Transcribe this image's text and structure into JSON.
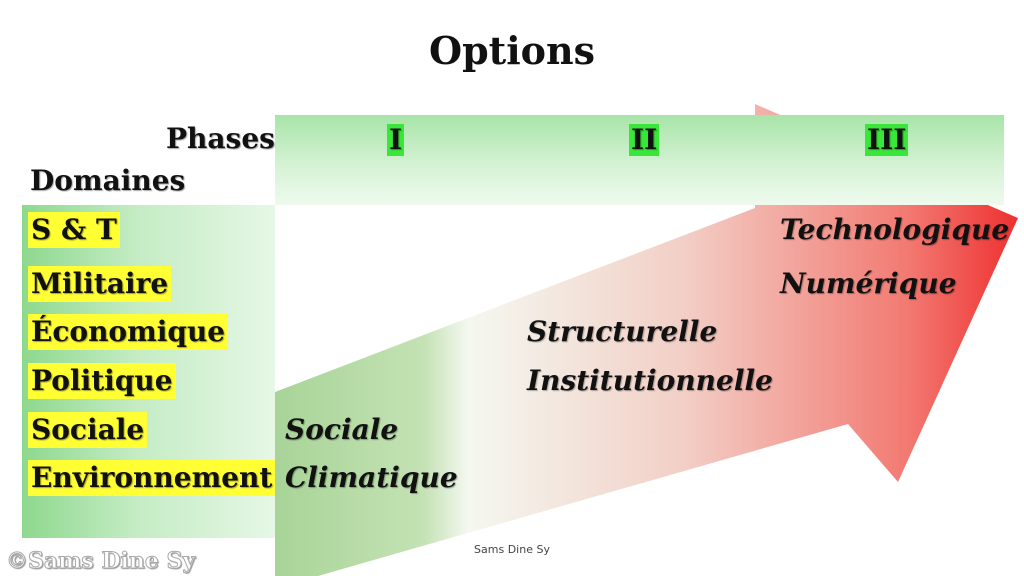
{
  "title": "Options",
  "header": {
    "phases_label": "Phases",
    "domains_label": "Domaines"
  },
  "phases": [
    "I",
    "II",
    "III"
  ],
  "domains": [
    "S & T",
    "Militaire",
    "Économique",
    "Politique",
    "Sociale",
    "Environnement"
  ],
  "options": {
    "phase1": [
      "Sociale",
      "Climatique"
    ],
    "phase2": [
      "Structurelle",
      "Institutionnelle"
    ],
    "phase3": [
      "Technologique",
      "Numérique"
    ]
  },
  "footer": "Sams Dine Sy",
  "copyright": "©Sams Dine Sy",
  "colors": {
    "phase_highlight": "#39e639",
    "domain_highlight": "#ffff33",
    "arrow_start": "#a8d498",
    "arrow_end": "#ef3838",
    "band_green": "#a8e4a8"
  }
}
